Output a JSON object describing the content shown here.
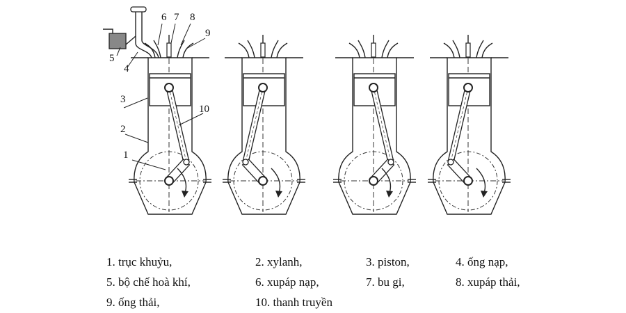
{
  "callouts": [
    "1",
    "2",
    "3",
    "4",
    "5",
    "6",
    "7",
    "8",
    "9",
    "10"
  ],
  "legend": [
    "1. trục khuỷu,",
    "2. xylanh,",
    "3. piston,",
    "4. ống nạp,",
    "5. bộ chế hoà khí,",
    "6. xupáp nạp,",
    "7. bu gi,",
    "8.  xupáp thải,",
    "9. ống thải,",
    "10. thanh truyền"
  ]
}
